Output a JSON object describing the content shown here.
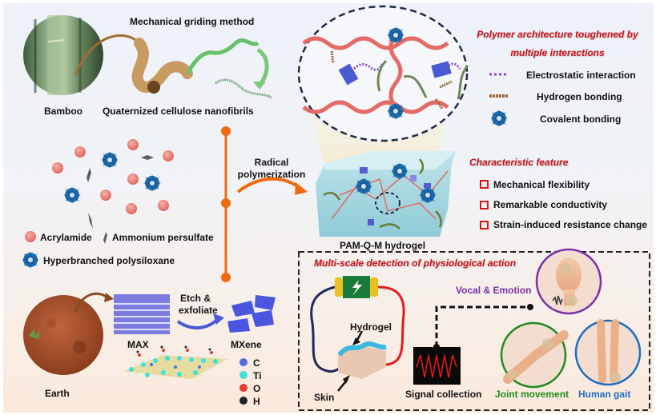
{
  "top_left": {
    "process_label": "Mechanical griding method",
    "bamboo_label": "Bamboo",
    "nanofibril_label": "Quaternized cellulose nanofibrils"
  },
  "reagents": {
    "acrylamide": "Acrylamide",
    "persulfate": "Ammonium persulfate",
    "polysiloxane": "Hyperbranched polysiloxane"
  },
  "reaction": {
    "label_line1": "Radical",
    "label_line2": "polymerization"
  },
  "mxene": {
    "earth_label": "Earth",
    "max_label": "MAX",
    "step_line1": "Etch &",
    "step_line2": "exfoliate",
    "mxene_label": "MXene",
    "legend": [
      {
        "symbol": "C",
        "color": "#4f6de0"
      },
      {
        "symbol": "Ti",
        "color": "#3ee0d8"
      },
      {
        "symbol": "O",
        "color": "#e53a2e"
      },
      {
        "symbol": "H",
        "color": "#1e2530"
      }
    ]
  },
  "polymer": {
    "title_line1": "Polymer architecture toughened by",
    "title_line2": "multiple interactions",
    "legend": [
      {
        "icon": "dotted-line-icon",
        "label": "Electrostatic interaction"
      },
      {
        "icon": "hydrogen-bond-icon",
        "label": "Hydrogen bonding"
      },
      {
        "icon": "crosslinker-icon",
        "label": "Covalent bonding"
      }
    ]
  },
  "hydrogel": {
    "label": "PAM-Q-M hydrogel"
  },
  "features": {
    "title": "Characteristic feature",
    "items": [
      "Mechanical flexibility",
      "Remarkable conductivity",
      "Strain-induced resistance change"
    ]
  },
  "detection": {
    "title": "Multi-scale detection of physiological action",
    "hydrogel_label": "Hydrogel",
    "skin_label": "Skin",
    "signal_label": "Signal collection",
    "vocal_label": "Vocal & Emotion",
    "joint_label": "Joint movement",
    "gait_label": "Human gait"
  },
  "colors": {
    "accent_red": "#c8101a",
    "orange": "#f26a10",
    "vocal": "#7a2fa8",
    "joint": "#1f8a20",
    "gait": "#1c6cc0"
  }
}
